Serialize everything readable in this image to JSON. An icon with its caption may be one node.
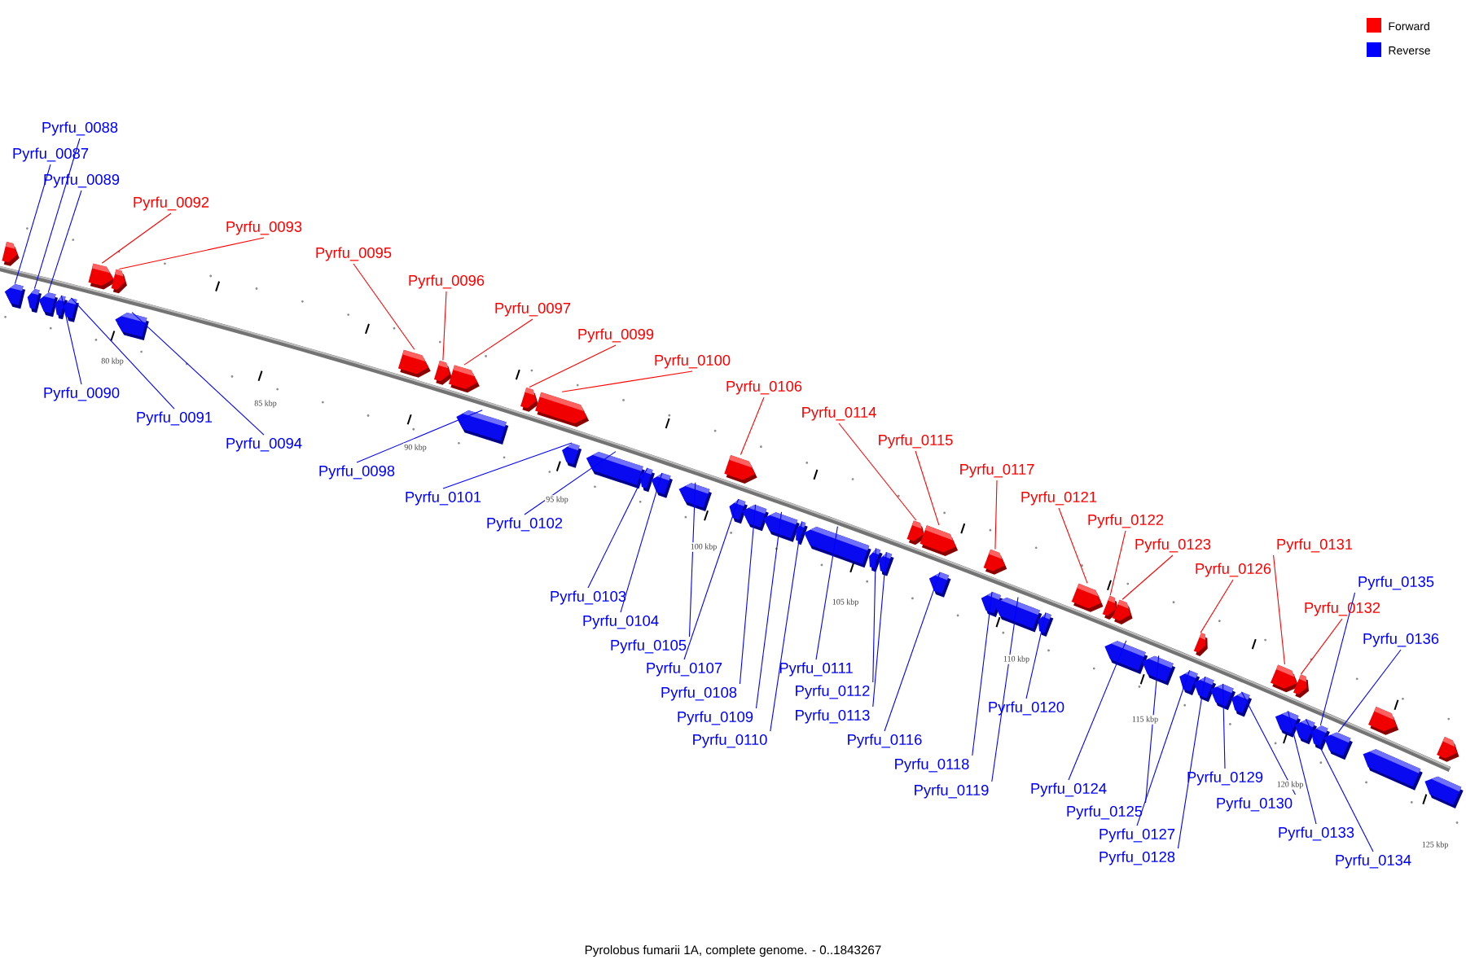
{
  "diagram": {
    "caption": "Pyrolobus fumarii 1A, complete genome. - 0..1843267",
    "nodes": [
      {
        "text": [
          "Pyrfu_0087"
        ]
      },
      {
        "text": [
          "Pyrfu_0088"
        ]
      },
      {
        "text": [
          "Pyrfu_0089"
        ]
      },
      {
        "text": [
          "Pyrfu_0090"
        ]
      },
      {
        "text": [
          "Pyrfu_0091"
        ]
      },
      {
        "text": [
          "Pyrfu_0092"
        ]
      },
      {
        "text": [
          "Pyrfu_0093"
        ]
      },
      {
        "text": [
          "Pyrfu_0094"
        ]
      },
      {
        "text": [
          "Pyrfu_0095"
        ]
      },
      {
        "text": [
          "Pyrfu_0096"
        ]
      },
      {
        "text": [
          "Pyrfu_0097"
        ]
      },
      {
        "text": [
          "Pyrfu_0098"
        ]
      },
      {
        "text": [
          "Pyrfu_0099"
        ]
      },
      {
        "text": [
          "Pyrfu_0100"
        ]
      },
      {
        "text": [
          "Pyrfu_0101"
        ]
      },
      {
        "text": [
          "Pyrfu_0102"
        ]
      },
      {
        "text": [
          "Pyrfu_0103"
        ]
      },
      {
        "text": [
          "Pyrfu_0104"
        ]
      },
      {
        "text": [
          "Pyrfu_0105"
        ]
      },
      {
        "text": [
          "Pyrfu_0106"
        ]
      },
      {
        "text": [
          "Pyrfu_0107"
        ]
      },
      {
        "text": [
          "Pyrfu_0108"
        ]
      },
      {
        "text": [
          "Pyrfu_0109"
        ]
      },
      {
        "text": [
          "Pyrfu_0110"
        ]
      },
      {
        "text": [
          "Pyrfu_0111"
        ]
      },
      {
        "text": [
          "Pyrfu_0112"
        ]
      },
      {
        "text": [
          "Pyrfu_0113"
        ]
      },
      {
        "text": [
          "Pyrfu_0114"
        ]
      },
      {
        "text": [
          "Pyrfu_0115"
        ]
      },
      {
        "text": [
          "Pyrfu_0116"
        ]
      },
      {
        "text": [
          "Pyrfu_0117"
        ]
      },
      {
        "text": [
          "Pyrfu_0118"
        ]
      },
      {
        "text": [
          "Pyrfu_0119"
        ]
      },
      {
        "text": [
          "Pyrfu_0120"
        ]
      },
      {
        "text": [
          "Pyrfu_0121"
        ]
      },
      {
        "text": [
          "Pyrfu_0122"
        ]
      },
      {
        "text": [
          "Pyrfu_0123"
        ]
      },
      {
        "text": [
          "Pyrfu_0124"
        ]
      },
      {
        "text": [
          "Pyrfu_0125"
        ]
      },
      {
        "text": [
          "Pyrfu_0126"
        ]
      },
      {
        "text": [
          "Pyrfu_0127"
        ]
      },
      {
        "text": [
          "Pyrfu_0128"
        ]
      },
      {
        "text": [
          "Pyrfu_0129"
        ]
      },
      {
        "text": [
          "Pyrfu_0130"
        ]
      },
      {
        "text": [
          "Pyrfu_0131"
        ]
      },
      {
        "text": [
          "Pyrfu_0132"
        ]
      },
      {
        "text": [
          "Pyrfu_0133"
        ]
      },
      {
        "text": [
          "Pyrfu_0134"
        ]
      },
      {
        "text": [
          "Pyrfu_0135"
        ]
      },
      {
        "text": [
          "Pyrfu_0136"
        ]
      },
      {
        "text": [],
        "shape": "arrow"
      },
      {
        "text": [],
        "shape": "arrow"
      },
      {
        "text": [],
        "shape": "arrow"
      },
      {
        "text": [],
        "shape": "arrow"
      },
      {
        "text": [],
        "shape": "arrow"
      },
      {
        "text": [],
        "shape": "arrow"
      },
      {
        "text": [],
        "shape": "arrow"
      },
      {
        "text": [],
        "shape": "arrow"
      },
      {
        "text": [],
        "shape": "arrow"
      },
      {
        "text": [],
        "shape": "arrow"
      },
      {
        "text": [],
        "shape": "arrow"
      },
      {
        "text": [],
        "shape": "arrow"
      },
      {
        "text": [],
        "shape": "arrow"
      },
      {
        "text": [],
        "shape": "arrow"
      },
      {
        "text": [],
        "shape": "arrow"
      },
      {
        "text": [],
        "shape": "arrow"
      },
      {
        "text": [],
        "shape": "arrow"
      },
      {
        "text": [],
        "shape": "arrow"
      },
      {
        "text": [],
        "shape": "arrow"
      },
      {
        "text": [],
        "shape": "arrow"
      },
      {
        "text": [],
        "shape": "arrow"
      },
      {
        "text": [],
        "shape": "arrow"
      },
      {
        "text": [],
        "shape": "arrow"
      },
      {
        "text": [],
        "shape": "arrow"
      },
      {
        "text": [],
        "shape": "arrow"
      },
      {
        "text": [],
        "shape": "arrow"
      },
      {
        "text": [],
        "shape": "arrow"
      },
      {
        "text": [],
        "shape": "arrow"
      },
      {
        "text": [],
        "shape": "arrow"
      },
      {
        "text": [],
        "shape": "arrow"
      },
      {
        "text": [],
        "shape": "arrow"
      },
      {
        "text": [],
        "shape": "arrow"
      },
      {
        "text": [],
        "shape": "arrow"
      },
      {
        "text": [],
        "shape": "arrow"
      },
      {
        "text": [],
        "shape": "arrow"
      },
      {
        "text": [],
        "shape": "arrow"
      },
      {
        "text": [],
        "shape": "arrow"
      },
      {
        "text": [],
        "shape": "arrow"
      },
      {
        "text": [],
        "shape": "arrow"
      },
      {
        "text": [],
        "shape": "arrow"
      },
      {
        "text": [],
        "shape": "arrow"
      },
      {
        "text": [],
        "shape": "arrow"
      },
      {
        "text": [],
        "shape": "arrow"
      },
      {
        "text": [],
        "shape": "arrow"
      },
      {
        "text": [],
        "shape": "arrow"
      },
      {
        "text": [],
        "shape": "arrow"
      },
      {
        "text": [],
        "shape": "arrow"
      },
      {
        "text": [],
        "shape": "arrow"
      },
      {
        "text": [],
        "shape": "arrow"
      },
      {
        "text": [],
        "shape": "arrow"
      },
      {
        "text": [],
        "shape": "arrow"
      },
      {
        "text": [],
        "shape": "arrow"
      },
      {
        "text": [],
        "shape": "arrow"
      },
      {
        "text": [],
        "shape": "arrow"
      },
      {
        "text": [],
        "shape": "arrow"
      }
    ],
    "edges": [
      {
        "from": 0,
        "to": 50,
        "arrow": "none"
      },
      {
        "from": 1,
        "to": 51,
        "arrow": "none"
      },
      {
        "from": 2,
        "to": 52,
        "arrow": "none"
      },
      {
        "from": 3,
        "to": 53,
        "arrow": "none"
      },
      {
        "from": 4,
        "to": 54,
        "arrow": "none"
      },
      {
        "from": 5,
        "to": 55,
        "arrow": "none",
        "color": "#ff0000"
      },
      {
        "from": 6,
        "to": 56,
        "arrow": "none",
        "color": "#ff0000"
      },
      {
        "from": 7,
        "to": 57,
        "arrow": "none"
      },
      {
        "from": 8,
        "to": 58,
        "arrow": "none",
        "color": "#ff0000"
      },
      {
        "from": 9,
        "to": 59,
        "arrow": "none",
        "color": "#ff0000"
      },
      {
        "from": 10,
        "to": 60,
        "arrow": "none",
        "color": "#ff0000"
      },
      {
        "from": 11,
        "to": 61,
        "arrow": "none"
      },
      {
        "from": 12,
        "to": 62,
        "arrow": "none",
        "color": "#ff0000"
      },
      {
        "from": 13,
        "to": 63,
        "arrow": "none",
        "color": "#ff0000"
      },
      {
        "from": 14,
        "to": 64,
        "arrow": "none"
      },
      {
        "from": 15,
        "to": 65,
        "arrow": "none"
      },
      {
        "from": 16,
        "to": 66,
        "arrow": "none"
      },
      {
        "from": 17,
        "to": 67,
        "arrow": "none"
      },
      {
        "from": 18,
        "to": 68,
        "arrow": "none"
      },
      {
        "from": 19,
        "to": 69,
        "arrow": "none",
        "color": "#ff0000"
      },
      {
        "from": 20,
        "to": 70,
        "arrow": "none"
      },
      {
        "from": 21,
        "to": 71,
        "arrow": "none"
      },
      {
        "from": 22,
        "to": 72,
        "arrow": "none"
      },
      {
        "from": 23,
        "to": 73,
        "arrow": "none"
      },
      {
        "from": 24,
        "to": 74,
        "arrow": "none"
      },
      {
        "from": 25,
        "to": 75,
        "arrow": "none"
      },
      {
        "from": 26,
        "to": 76,
        "arrow": "none"
      },
      {
        "from": 27,
        "to": 77,
        "arrow": "none",
        "color": "#ff0000"
      },
      {
        "from": 28,
        "to": 78,
        "arrow": "none",
        "color": "#ff0000"
      },
      {
        "from": 29,
        "to": 79,
        "arrow": "none"
      },
      {
        "from": 30,
        "to": 80,
        "arrow": "none",
        "color": "#ff0000"
      },
      {
        "from": 31,
        "to": 81,
        "arrow": "none"
      },
      {
        "from": 32,
        "to": 82,
        "arrow": "none"
      },
      {
        "from": 33,
        "to": 83,
        "arrow": "none"
      },
      {
        "from": 34,
        "to": 84,
        "arrow": "none",
        "color": "#ff0000"
      },
      {
        "from": 35,
        "to": 85,
        "arrow": "none",
        "color": "#ff0000"
      },
      {
        "from": 36,
        "to": 86,
        "arrow": "none",
        "color": "#ff0000"
      },
      {
        "from": 37,
        "to": 87,
        "arrow": "none"
      },
      {
        "from": 38,
        "to": 88,
        "arrow": "none"
      },
      {
        "from": 39,
        "to": 89,
        "arrow": "none",
        "color": "#ff0000"
      },
      {
        "from": 40,
        "to": 90,
        "arrow": "none"
      },
      {
        "from": 41,
        "to": 91,
        "arrow": "none"
      },
      {
        "from": 42,
        "to": 92,
        "arrow": "none"
      },
      {
        "from": 43,
        "to": 93,
        "arrow": "none"
      },
      {
        "from": 44,
        "to": 94,
        "arrow": "none",
        "color": "#ff0000"
      },
      {
        "from": 45,
        "to": 95,
        "arrow": "none",
        "color": "#ff0000"
      },
      {
        "from": 46,
        "to": 96,
        "arrow": "none"
      },
      {
        "from": 47,
        "to": 97,
        "arrow": "none"
      },
      {
        "from": 48,
        "to": 98,
        "arrow": "none"
      },
      {
        "from": 49,
        "to": 99,
        "arrow": "none"
      }
    ],
    "labels": [
      "80 kbp",
      "85 kbp",
      "90 kbp",
      "95 kbp",
      "100 kbp",
      "105 kbp",
      "110 kbp",
      "115 kbp",
      "120 kbp",
      "125 kbp"
    ],
    "legend": [
      {
        "text": "Forward",
        "color": "#ff0000"
      },
      {
        "text": "Reverse",
        "color": "#0000ff"
      }
    ]
  }
}
